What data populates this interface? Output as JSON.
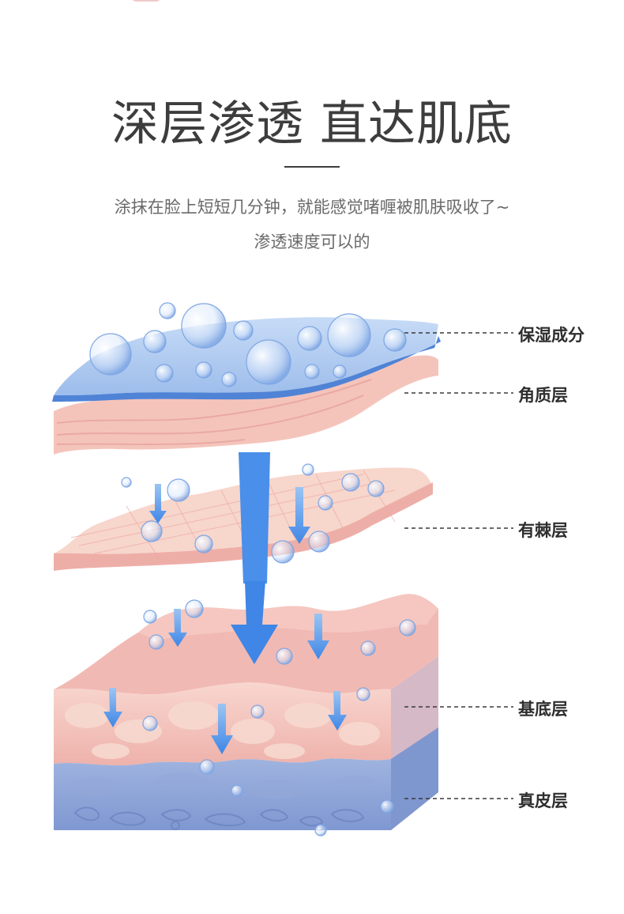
{
  "title": "深层渗透 直达肌底",
  "description_line1": "涂抹在脸上短短几分钟，就能感觉啫喱被肌肤吸收了~",
  "description_line2": "渗透速度可以的",
  "layers": [
    {
      "label": "保湿成分"
    },
    {
      "label": "角质层"
    },
    {
      "label": "有棘层"
    },
    {
      "label": "基底层"
    },
    {
      "label": "真皮层"
    }
  ],
  "colors": {
    "gel_blue": "#9fc0ee",
    "gel_edge": "#4f83d6",
    "arrow_blue": "#4d94ea",
    "skin_pink": "#f3c7c2",
    "skin_light": "#f9ded6",
    "dermis_blue": "#8ea6d8"
  },
  "icons": [
    "bubble-icon",
    "down-arrow-icon"
  ]
}
